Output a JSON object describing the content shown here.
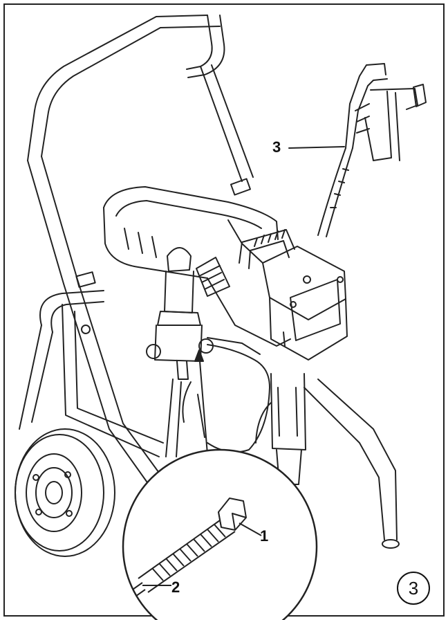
{
  "figure": {
    "number": "3",
    "callouts": {
      "one": "1",
      "two": "2",
      "three": "3"
    }
  }
}
